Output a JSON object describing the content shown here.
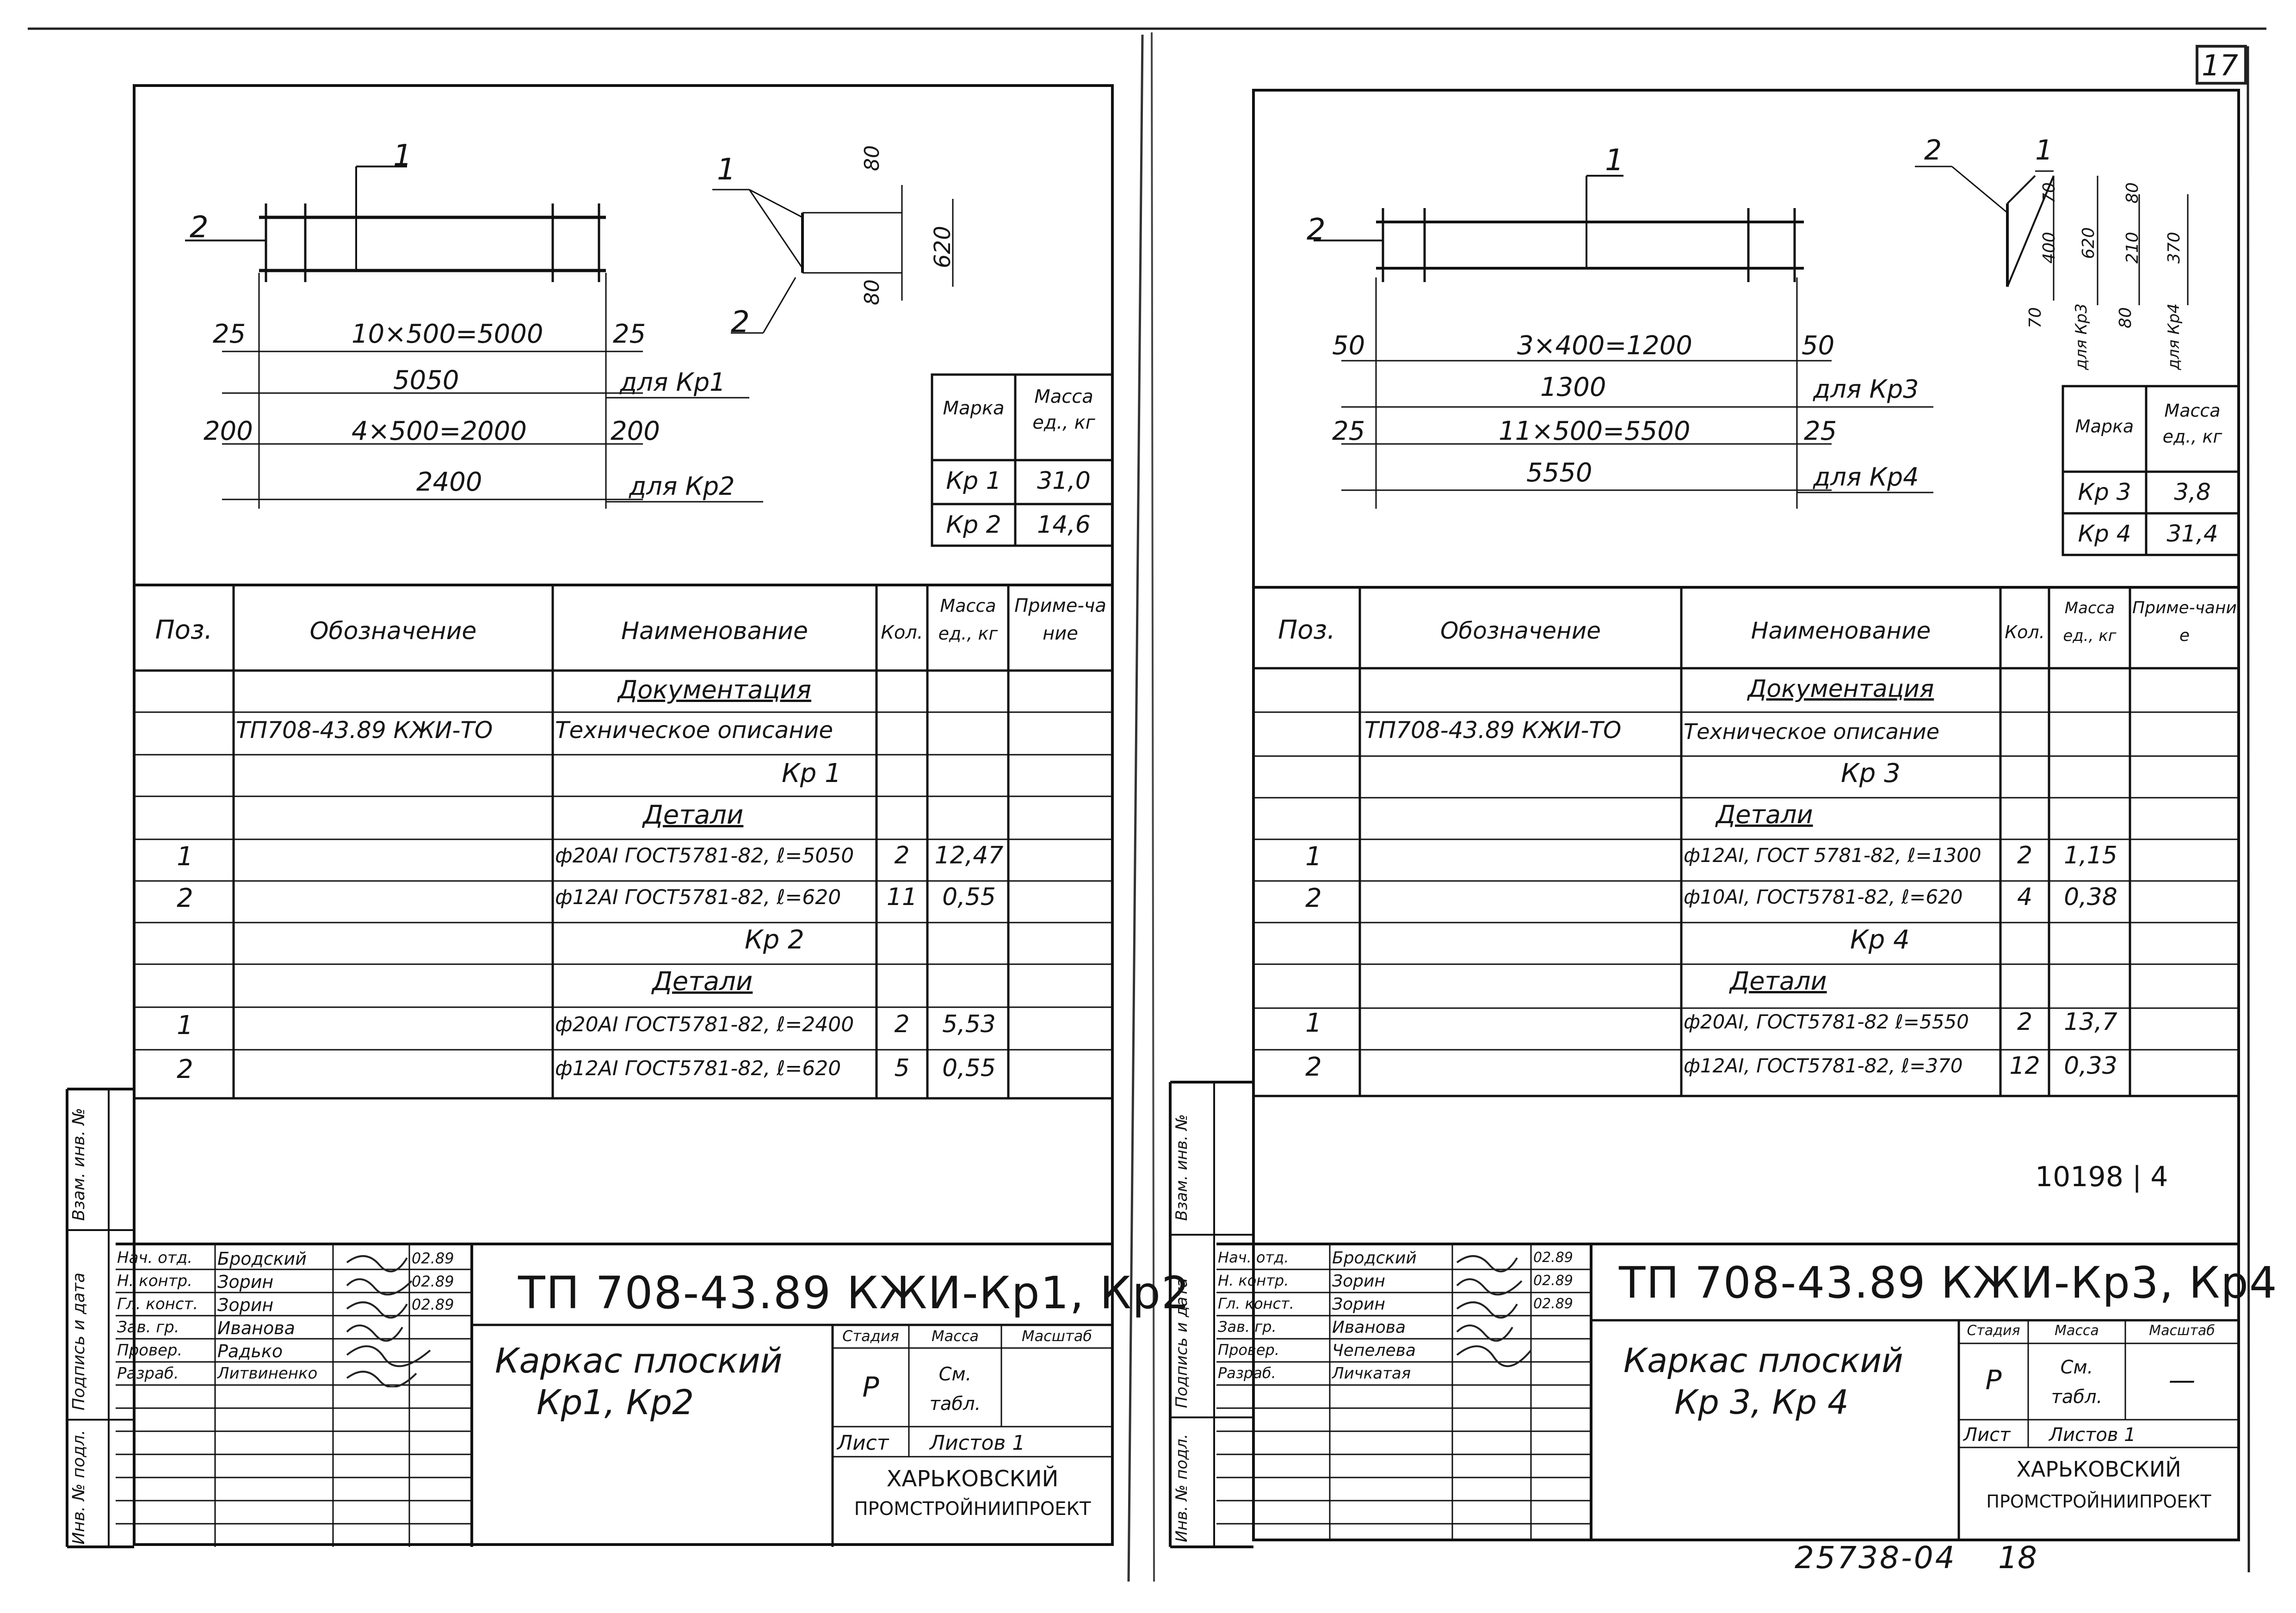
{
  "page_number_top": "17",
  "bottom_code": "25738-04",
  "bottom_page": "18",
  "sheets": [
    {
      "drawing": {
        "pos1": "1",
        "pos2": "2",
        "dim_left": "25",
        "dim_right": "25",
        "dim_span": "10×500=5000",
        "dim_total": "5050",
        "for_total": "для Кр1",
        "dim2_left": "200",
        "dim2_right": "200",
        "dim2_span": "4×500=2000",
        "dim2_total": "2400",
        "for2_total": "для Кр2",
        "sec_pos1": "1",
        "sec_pos2": "2",
        "sec_top": "80",
        "sec_bottom": "80",
        "sec_height": "620"
      },
      "mass_table": {
        "h_mark": "Марка",
        "h_mass": "Масса ед., кг",
        "rows": [
          {
            "mark": "Кр 1",
            "mass": "31,0"
          },
          {
            "mark": "Кр 2",
            "mass": "14,6"
          }
        ]
      },
      "spec": {
        "h_pos": "Поз.",
        "h_desig": "Обозначение",
        "h_name": "Наименование",
        "h_qty": "Кол.",
        "h_mass": "Масса ед., кг",
        "h_note": "Приме-чание",
        "rows": [
          {
            "pos": "",
            "desig": "",
            "name": "Документация",
            "qty": "",
            "mass": ""
          },
          {
            "pos": "",
            "desig": "ТП708-43.89   КЖИ-ТО",
            "name": "Техническое описание",
            "qty": "",
            "mass": ""
          },
          {
            "pos": "",
            "desig": "",
            "name": "Кр 1",
            "qty": "",
            "mass": ""
          },
          {
            "pos": "",
            "desig": "",
            "name": "Детали",
            "qty": "",
            "mass": ""
          },
          {
            "pos": "1",
            "desig": "",
            "name": "ф20АI ГОСТ5781-82, ℓ=5050",
            "qty": "2",
            "mass": "12,47"
          },
          {
            "pos": "2",
            "desig": "",
            "name": "ф12АI ГОСТ5781-82, ℓ=620",
            "qty": "11",
            "mass": "0,55"
          },
          {
            "pos": "",
            "desig": "",
            "name": "Кр 2",
            "qty": "",
            "mass": ""
          },
          {
            "pos": "",
            "desig": "",
            "name": "Детали",
            "qty": "",
            "mass": ""
          },
          {
            "pos": "1",
            "desig": "",
            "name": "ф20АI ГОСТ5781-82, ℓ=2400",
            "qty": "2",
            "mass": "5,53"
          },
          {
            "pos": "2",
            "desig": "",
            "name": "ф12АI ГОСТ5781-82, ℓ=620",
            "qty": "5",
            "mass": "0,55"
          }
        ]
      },
      "side": {
        "inv": "Инв. № подл.",
        "sign": "Подпись и дата",
        "vzam": "Взам. инв. №"
      },
      "stamp": {
        "roles": [
          "Нач. отд.",
          "Н. контр.",
          "Гл. конст.",
          "Зав. гр.",
          "Провер.",
          "Разраб."
        ],
        "names": [
          "Бродский",
          "Зорин",
          "Зорин",
          "Иванова",
          "Радько",
          "Литвиненко"
        ],
        "dates": [
          "02.89",
          "02.89",
          "02.89",
          "",
          "",
          ""
        ],
        "code": "ТП 708-43.89  КЖИ-Кр1, Кр2",
        "title1": "Каркас плоский",
        "title2": "Кр1, Кр2",
        "h_stage": "Стадия",
        "h_mass": "Масса",
        "h_scale": "Масштаб",
        "stage": "Р",
        "mass": "См. табл.",
        "scale": "",
        "sheet": "Лист",
        "sheets": "Листов 1",
        "org1": "ХАРЬКОВСКИЙ",
        "org2": "ПРОМСТРОЙНИИПРОЕКТ"
      },
      "extra": ""
    },
    {
      "drawing": {
        "pos1": "1",
        "pos2": "2",
        "dim_left": "50",
        "dim_right": "50",
        "dim_span": "3×400=1200",
        "dim_total": "1300",
        "for_total": "для Кр3",
        "dim2_left": "25",
        "dim2_right": "25",
        "dim2_span": "11×500=5500",
        "dim2_total": "5550",
        "for2_total": "для Кр4",
        "sec_pos1": "1",
        "sec_pos2": "2",
        "sec_a": "70",
        "sec_b": "400",
        "sec_c": "620",
        "sec_d": "70",
        "sec_e": "для Кр3",
        "sec_f": "80",
        "sec_g": "210",
        "sec_h": "370",
        "sec_i": "80",
        "sec_j": "для Кр4"
      },
      "mass_table": {
        "h_mark": "Марка",
        "h_mass": "Масса ед., кг",
        "rows": [
          {
            "mark": "Кр 3",
            "mass": "3,8"
          },
          {
            "mark": "Кр 4",
            "mass": "31,4"
          }
        ]
      },
      "spec": {
        "h_pos": "Поз.",
        "h_desig": "Обозначение",
        "h_name": "Наименование",
        "h_qty": "Кол.",
        "h_mass": "Масса ед., кг",
        "h_note": "Приме-чание",
        "rows": [
          {
            "pos": "",
            "desig": "",
            "name": "Документация",
            "qty": "",
            "mass": ""
          },
          {
            "pos": "",
            "desig": "ТП708-43.89   КЖИ-ТО",
            "name": "Техническое описание",
            "qty": "",
            "mass": ""
          },
          {
            "pos": "",
            "desig": "",
            "name": "Кр 3",
            "qty": "",
            "mass": ""
          },
          {
            "pos": "",
            "desig": "",
            "name": "Детали",
            "qty": "",
            "mass": ""
          },
          {
            "pos": "1",
            "desig": "",
            "name": "ф12АI, ГОСТ 5781-82, ℓ=1300",
            "qty": "2",
            "mass": "1,15"
          },
          {
            "pos": "2",
            "desig": "",
            "name": "ф10АI, ГОСТ5781-82, ℓ=620",
            "qty": "4",
            "mass": "0,38"
          },
          {
            "pos": "",
            "desig": "",
            "name": "Кр 4",
            "qty": "",
            "mass": ""
          },
          {
            "pos": "",
            "desig": "",
            "name": "Детали",
            "qty": "",
            "mass": ""
          },
          {
            "pos": "1",
            "desig": "",
            "name": "ф20АI, ГОСТ5781-82 ℓ=5550",
            "qty": "2",
            "mass": "13,7"
          },
          {
            "pos": "2",
            "desig": "",
            "name": "ф12АI, ГОСТ5781-82, ℓ=370",
            "qty": "12",
            "mass": "0,33"
          }
        ]
      },
      "side": {
        "inv": "Инв. № подл.",
        "sign": "Подпись и дата",
        "vzam": "Взам. инв. №"
      },
      "stamp": {
        "roles": [
          "Нач. отд.",
          "Н. контр.",
          "Гл. конст.",
          "Зав. гр.",
          "Провер.",
          "Разраб."
        ],
        "names": [
          "Бродский",
          "Зорин",
          "Зорин",
          "Иванова",
          "Чепелева",
          "Личкатая"
        ],
        "dates": [
          "02.89",
          "02.89",
          "02.89",
          "",
          "",
          ""
        ],
        "code": "ТП 708-43.89  КЖИ-Кр3, Кр4",
        "title1": "Каркас плоский",
        "title2": "Кр 3, Кр 4",
        "h_stage": "Стадия",
        "h_mass": "Масса",
        "h_scale": "Масштаб",
        "stage": "Р",
        "mass": "См. табл.",
        "scale": "—",
        "sheet": "Лист",
        "sheets": "Листов 1",
        "org1": "ХАРЬКОВСКИЙ",
        "org2": "ПРОМСТРОЙНИИПРОЕКТ"
      },
      "extra": "10198 | 4"
    }
  ]
}
